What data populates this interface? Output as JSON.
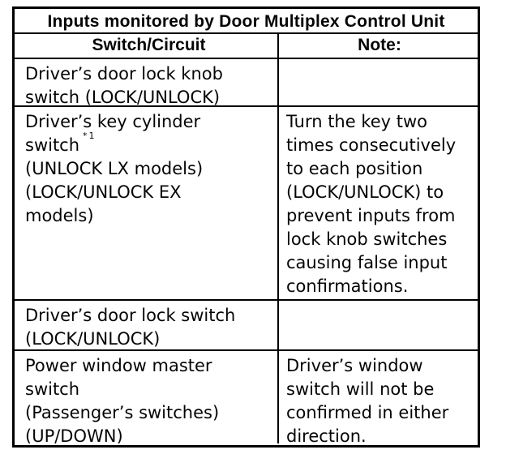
{
  "page": {
    "background_color": "#ffffff",
    "ink_color": "#050505",
    "border_color": "#000000"
  },
  "table": {
    "title": "Inputs monitored by Door Multiplex Control Unit",
    "columns": [
      "Switch/Circuit",
      "Note:"
    ],
    "rows": [
      {
        "switch": "Driver’s door lock knob\nswitch (LOCK/UNLOCK)",
        "note": ""
      },
      {
        "switch_line1": "Driver’s key cylinder",
        "switch_word": "switch",
        "switch_footnote": "*1",
        "switch_rest": "(UNLOCK LX models)\n(LOCK/UNLOCK EX\nmodels)",
        "note": "Turn the key two\ntimes consecutively\nto each position\n(LOCK/UNLOCK) to\nprevent inputs from\nlock knob switches\ncausing false input\nconfirmations."
      },
      {
        "switch": "Driver’s door lock switch\n(LOCK/UNLOCK)",
        "note": ""
      },
      {
        "switch": "Power window master\nswitch\n(Passenger’s switches)\n(UP/DOWN)",
        "note": "Driver’s window\nswitch will not be\nconfirmed in either\ndirection."
      }
    ]
  }
}
